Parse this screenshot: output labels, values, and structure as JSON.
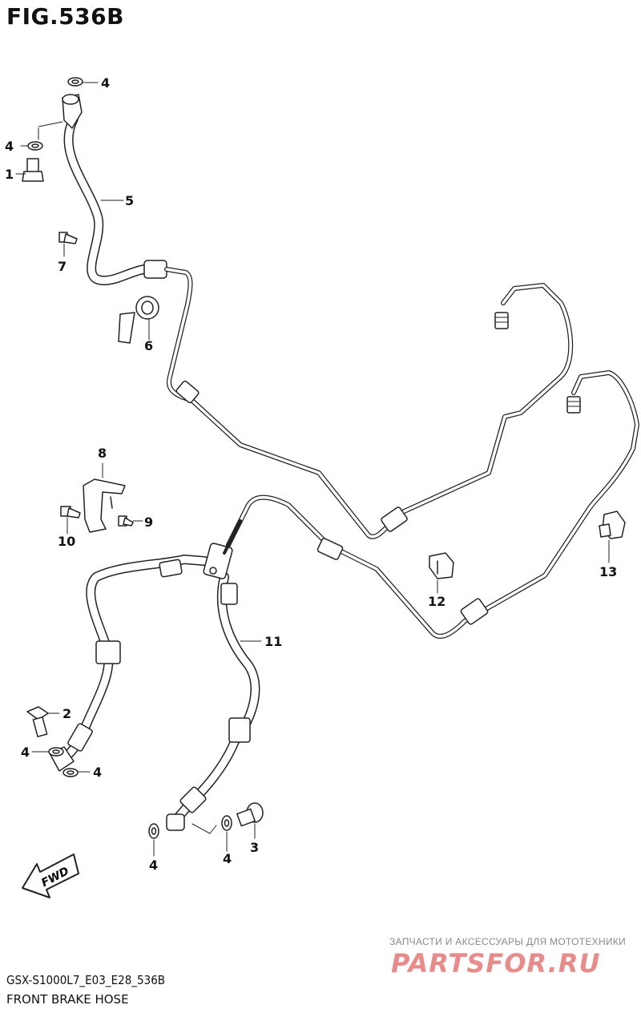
{
  "title": "FIG.536B",
  "callouts": {
    "c4_top": "4",
    "c4_left": "4",
    "c1": "1",
    "c5": "5",
    "c7": "7",
    "c6": "6",
    "c8": "8",
    "c10": "10",
    "c9": "9",
    "c11": "11",
    "c2": "2",
    "c4_low_left": "4",
    "c4_low_right": "4",
    "c4_bottom_a": "4",
    "c4_bottom_b": "4",
    "c3": "3",
    "c12": "12",
    "c13": "13"
  },
  "fwd_label": "FWD",
  "watermark": {
    "line1": "ЗАПЧАСТИ И АКСЕССУАРЫ ДЛЯ МОТОТЕХНИКИ",
    "line2": "PARTSFOR.RU"
  },
  "footer": {
    "code": "GSX-S1000L7_E03_E28_536B",
    "caption": "FRONT BRAKE HOSE"
  }
}
